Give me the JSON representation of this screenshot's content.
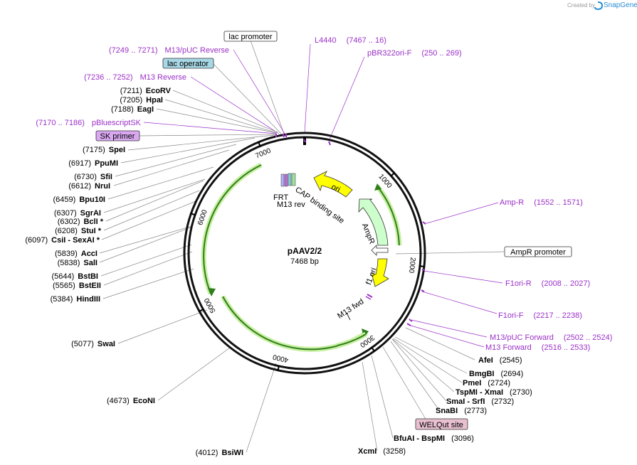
{
  "header": {
    "created_by": "Created by",
    "brand": "SnapGene",
    "brand_color": "#2a8ed6"
  },
  "plasmid": {
    "name": "pAAV2/2",
    "length_label": "7468 bp",
    "length": 7468
  },
  "ruler_ticks": [
    {
      "pos": 1000,
      "label": "1000"
    },
    {
      "pos": 2000,
      "label": "2000"
    },
    {
      "pos": 3000,
      "label": "3000"
    },
    {
      "pos": 4000,
      "label": "4000"
    },
    {
      "pos": 5000,
      "label": "5000"
    },
    {
      "pos": 6000,
      "label": "6000"
    },
    {
      "pos": 7000,
      "label": "7000"
    }
  ],
  "colors": {
    "primer": "#9b30c8",
    "ori_fill": "#ffff00",
    "ampr_fill": "#ccffcc",
    "orf_green": "#2e7d1e",
    "orf_glow": "#c8f0a0",
    "lac_operator_fill": "#a8d8e6",
    "sk_primer_fill": "#d9a8f0",
    "welqut_fill": "#e8c0d0"
  },
  "features": [
    {
      "id": "ori",
      "label": "ori",
      "color": "#ffff00"
    },
    {
      "id": "ampr",
      "label": "AmpR",
      "color": "#ccffcc"
    },
    {
      "id": "f1ori",
      "label": "f1 ori",
      "color": "#ffff00"
    },
    {
      "id": "ampr-promoter-arrow",
      "label": "",
      "color": "#ffffff"
    },
    {
      "id": "m13fwd",
      "label": "M13 fwd"
    },
    {
      "id": "frt",
      "label": "FRT"
    },
    {
      "id": "cap",
      "label": "CAP binding site"
    },
    {
      "id": "m13rev",
      "label": "M13 rev"
    }
  ],
  "left_labels": [
    {
      "pos": "(7249 .. 7271)",
      "name": "M13/pUC Reverse",
      "type": "primer"
    },
    {
      "pos": "",
      "name": "lac operator",
      "type": "boxed-blue"
    },
    {
      "pos": "(7236 .. 7252)",
      "name": "M13 Reverse",
      "type": "primer"
    },
    {
      "pos": "(7211)",
      "name": "EcoRV",
      "type": "enzyme"
    },
    {
      "pos": "(7205)",
      "name": "HpaI",
      "type": "enzyme"
    },
    {
      "pos": "(7188)",
      "name": "EagI",
      "type": "enzyme"
    },
    {
      "pos": "(7170 .. 7186)",
      "name": "pBluescriptSK",
      "type": "primer"
    },
    {
      "pos": "",
      "name": "SK primer",
      "type": "boxed-purple"
    },
    {
      "pos": "(7175)",
      "name": "SpeI",
      "type": "enzyme"
    },
    {
      "pos": "(6917)",
      "name": "PpuMI",
      "type": "enzyme"
    },
    {
      "pos": "(6730)",
      "name": "SfiI",
      "type": "enzyme"
    },
    {
      "pos": "(6612)",
      "name": "NruI",
      "type": "enzyme"
    },
    {
      "pos": "(6459)",
      "name": "Bpu10I",
      "type": "enzyme"
    },
    {
      "pos": "(6307)",
      "name": "SgrAI",
      "type": "enzyme"
    },
    {
      "pos": "(6302)",
      "name": "BclI *",
      "type": "enzyme"
    },
    {
      "pos": "(6208)",
      "name": "StuI *",
      "type": "enzyme"
    },
    {
      "pos": "(6097)",
      "name": "CsiI  - SexAI *",
      "type": "enzyme"
    },
    {
      "pos": "(5839)",
      "name": "AccI",
      "type": "enzyme"
    },
    {
      "pos": "(5838)",
      "name": "SalI",
      "type": "enzyme"
    },
    {
      "pos": "(5644)",
      "name": "BstBI",
      "type": "enzyme"
    },
    {
      "pos": "(5565)",
      "name": "BstEII",
      "type": "enzyme"
    },
    {
      "pos": "(5384)",
      "name": "HindIII",
      "type": "enzyme"
    },
    {
      "pos": "(5077)",
      "name": "SwaI",
      "type": "enzyme"
    },
    {
      "pos": "(4673)",
      "name": "EcoNI",
      "type": "enzyme"
    },
    {
      "pos": "(4012)",
      "name": "BsiWI",
      "type": "enzyme"
    }
  ],
  "top_labels": [
    {
      "pos": "",
      "name": "lac promoter",
      "type": "boxed-white"
    },
    {
      "pos": "(7467 .. 16)",
      "name": "L4440",
      "type": "primer"
    },
    {
      "pos": "(250 .. 269)",
      "name": "pBR322ori-F",
      "type": "primer"
    }
  ],
  "right_labels": [
    {
      "pos": "(1552 .. 1571)",
      "name": "Amp-R",
      "type": "primer"
    },
    {
      "pos": "",
      "name": "AmpR promoter",
      "type": "boxed-white"
    },
    {
      "pos": "(2008 .. 2027)",
      "name": "F1ori-R",
      "type": "primer"
    },
    {
      "pos": "(2217 .. 2238)",
      "name": "F1ori-F",
      "type": "primer"
    },
    {
      "pos": "(2502 .. 2524)",
      "name": "M13/pUC Forward",
      "type": "primer"
    },
    {
      "pos": "(2516 .. 2533)",
      "name": "M13 Forward",
      "type": "primer"
    },
    {
      "pos": "(2545)",
      "name": "AfeI",
      "type": "enzyme"
    },
    {
      "pos": "(2694)",
      "name": "BmgBI",
      "type": "enzyme"
    },
    {
      "pos": "(2724)",
      "name": "PmeI",
      "type": "enzyme"
    },
    {
      "pos": "(2730)",
      "name": "TspMI  - XmaI",
      "type": "enzyme"
    },
    {
      "pos": "(2732)",
      "name": "SmaI  - SrfI",
      "type": "enzyme"
    },
    {
      "pos": "(2773)",
      "name": "SnaBI",
      "type": "enzyme"
    },
    {
      "pos": "",
      "name": "WELQut site",
      "type": "boxed-pink"
    },
    {
      "pos": "(3096)",
      "name": "BfuAI  - BspMI",
      "type": "enzyme"
    },
    {
      "pos": "(3258)",
      "name": "XcmI",
      "type": "enzyme"
    }
  ]
}
